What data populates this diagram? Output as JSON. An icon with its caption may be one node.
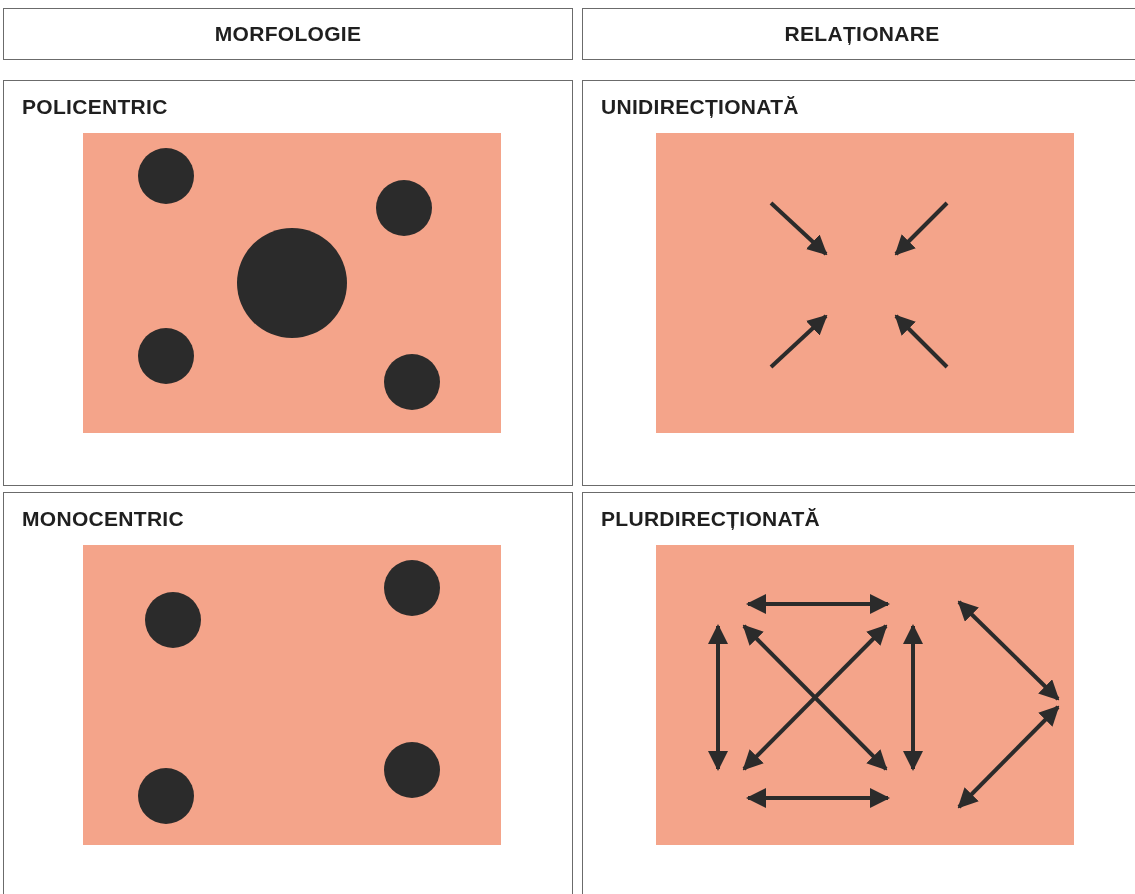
{
  "diagram": {
    "nodes": [
      {
        "text": [
          "MORFOLOGIE"
        ]
      },
      {
        "text": [
          "RELAȚIONARE"
        ]
      },
      {
        "text": [
          "POLICENTRIC"
        ]
      },
      {
        "text": [
          "UNIDIRECȚIONATĂ"
        ]
      },
      {
        "text": [
          "MONOCENTRIC"
        ]
      },
      {
        "text": [
          "PLURDIRECȚIONATĂ"
        ]
      }
    ]
  }
}
